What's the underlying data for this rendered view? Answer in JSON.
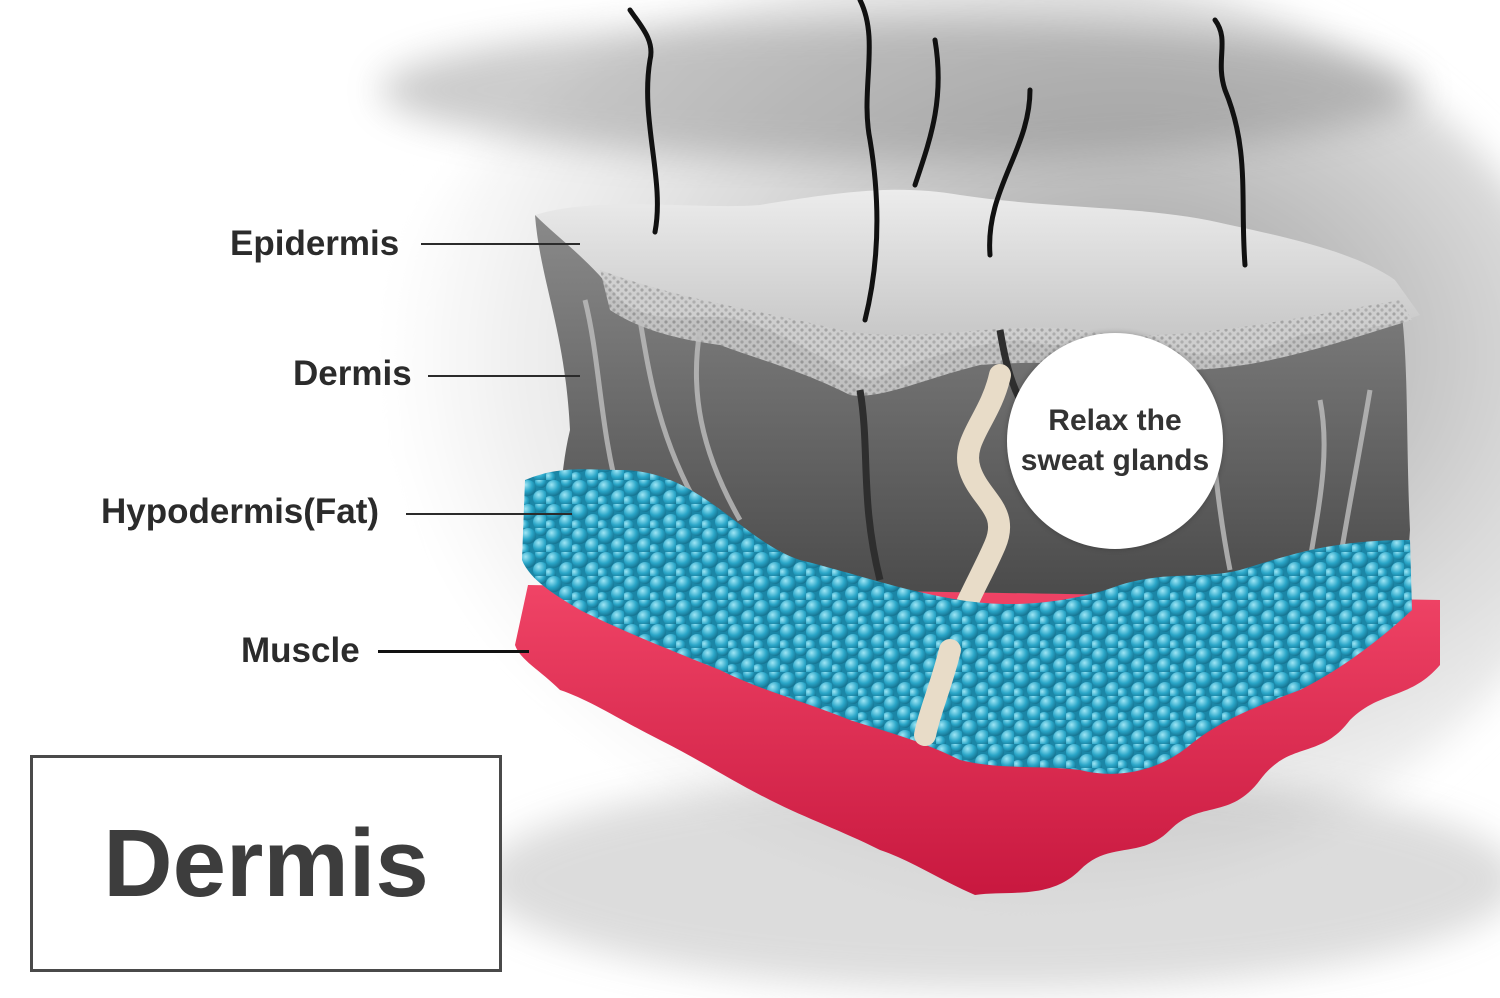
{
  "title": "Dermis",
  "labels": {
    "epidermis": "Epidermis",
    "dermis": "Dermis",
    "hypodermis": "Hypodermis(Fat)",
    "muscle": "Muscle"
  },
  "callout": "Relax the\nsweat glands",
  "colors": {
    "label_text": "#2b2b2b",
    "fat": "#2aa6c8",
    "muscle": "#e8284f",
    "dermis": "#5f5f5f",
    "epidermis": "#c9c9c9"
  }
}
